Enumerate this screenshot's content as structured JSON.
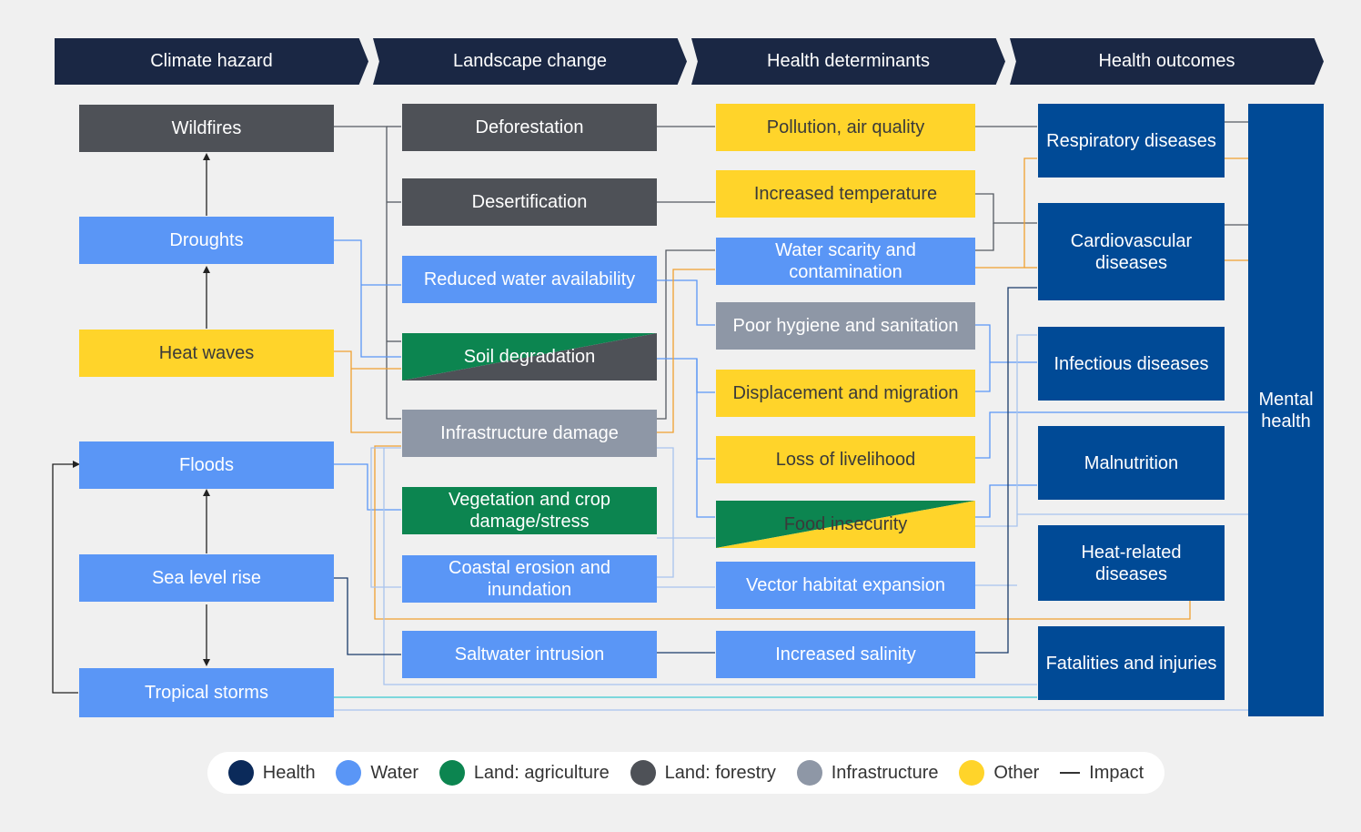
{
  "headers": [
    "Climate hazard",
    "Landscape change",
    "Health determinants",
    "Health outcomes"
  ],
  "hazards": {
    "wildfires": "Wildfires",
    "droughts": "Droughts",
    "heat_waves": "Heat waves",
    "floods": "Floods",
    "sea_level_rise": "Sea level rise",
    "tropical_storms": "Tropical storms"
  },
  "landscape": {
    "deforestation": "Deforestation",
    "desertification": "Desertification",
    "reduced_water": "Reduced water availability",
    "soil_degradation": "Soil degradation",
    "infrastructure_damage": "Infrastructure damage",
    "vegetation": "Vegetation and crop damage/stress",
    "coastal_erosion": "Coastal erosion and inundation",
    "saltwater": "Saltwater intrusion"
  },
  "determinants": {
    "pollution": "Pollution, air quality",
    "temperature": "Increased temperature",
    "water_scarcity": "Water scarity and contamination",
    "hygiene": "Poor hygiene and sanitation",
    "displacement": "Displacement and migration",
    "livelihood": "Loss of livelihood",
    "food_insecurity": "Food insecurity",
    "vector": "Vector habitat expansion",
    "salinity": "Increased salinity"
  },
  "outcomes": {
    "respiratory": "Respiratory diseases",
    "cardiovascular": "Cardiovascular diseases",
    "infectious": "Infectious diseases",
    "malnutrition": "Malnutrition",
    "heat_related": "Heat-related diseases",
    "fatalities": "Fatalities and injuries",
    "mental": "Mental health"
  },
  "legend": [
    {
      "label": "Health",
      "color": "#0b2a5a",
      "icon": "circle"
    },
    {
      "label": "Water",
      "color": "#5a96f6",
      "icon": "circle"
    },
    {
      "label": "Land: agriculture",
      "color": "#0c8550",
      "icon": "circle"
    },
    {
      "label": "Land: forestry",
      "color": "#4e5157",
      "icon": "circle"
    },
    {
      "label": "Infrastructure",
      "color": "#8e97a6",
      "icon": "circle"
    },
    {
      "label": "Other",
      "color": "#ffd42a",
      "icon": "circle"
    },
    {
      "label": "Impact",
      "color": "#333333",
      "icon": "line"
    }
  ],
  "colors": {
    "header": "#1a2744",
    "water": "#5a96f6",
    "forestry": "#4e5157",
    "infrastructure": "#8e97a6",
    "other": "#ffd42a",
    "agriculture": "#0c8550",
    "health": "#004a96",
    "line_water": "#5a96f6",
    "line_heat": "#f0a030",
    "line_dark": "#555a62",
    "line_infra": "#a8c4ee",
    "line_navy": "#1a3a6a",
    "line_teal": "#38c8d0"
  }
}
